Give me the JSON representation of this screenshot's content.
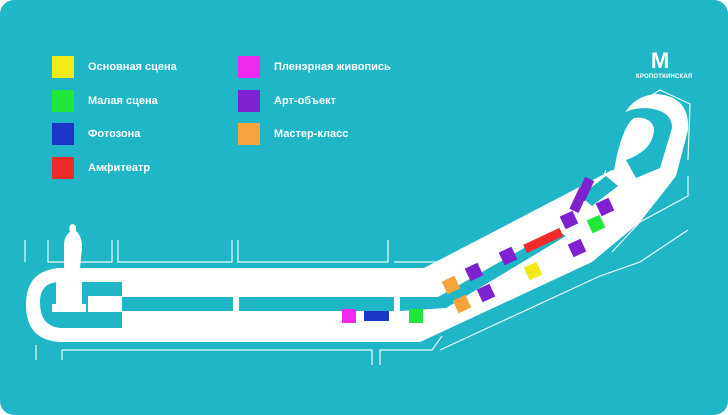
{
  "colors": {
    "background": "#1fb7c8",
    "road": "#ffffff",
    "outline": "#ffffff"
  },
  "legend": [
    {
      "key": "main_stage",
      "label": "Основная сцена",
      "color": "#f2ea16"
    },
    {
      "key": "small_stage",
      "label": "Малая сцена",
      "color": "#1fe83a"
    },
    {
      "key": "photozone",
      "label": "Фотозона",
      "color": "#1d35c4"
    },
    {
      "key": "amphitheatre",
      "label": "Амфитеатр",
      "color": "#ee2a2a"
    },
    {
      "key": "plein_air",
      "label": "Пленэрная живопись",
      "color": "#f028f0"
    },
    {
      "key": "art_object",
      "label": "Арт-объект",
      "color": "#7e22d0"
    },
    {
      "key": "master_class",
      "label": "Мастер-класс",
      "color": "#f5a53c"
    }
  ],
  "metro": {
    "letter": "М",
    "station": "КРОПОТКИНСКАЯ"
  },
  "monument_icon": "statue-icon",
  "map_markers": [
    {
      "type": "plein_air",
      "color": "#f028f0"
    },
    {
      "type": "photozone",
      "color": "#1d35c4"
    },
    {
      "type": "small_stage",
      "color": "#1fe83a"
    },
    {
      "type": "master_class",
      "color": "#f5a53c"
    },
    {
      "type": "master_class",
      "color": "#f5a53c"
    },
    {
      "type": "art_object",
      "color": "#7e22d0"
    },
    {
      "type": "art_object",
      "color": "#7e22d0"
    },
    {
      "type": "art_object",
      "color": "#7e22d0"
    },
    {
      "type": "main_stage",
      "color": "#f2ea16"
    },
    {
      "type": "amphitheatre",
      "color": "#ee2a2a"
    },
    {
      "type": "art_object",
      "color": "#7e22d0"
    },
    {
      "type": "art_object",
      "color": "#7e22d0"
    },
    {
      "type": "art_object",
      "color": "#7e22d0"
    },
    {
      "type": "small_stage",
      "color": "#1fe83a"
    },
    {
      "type": "art_object",
      "color": "#7e22d0"
    },
    {
      "type": "art_object",
      "color": "#7e22d0"
    }
  ]
}
